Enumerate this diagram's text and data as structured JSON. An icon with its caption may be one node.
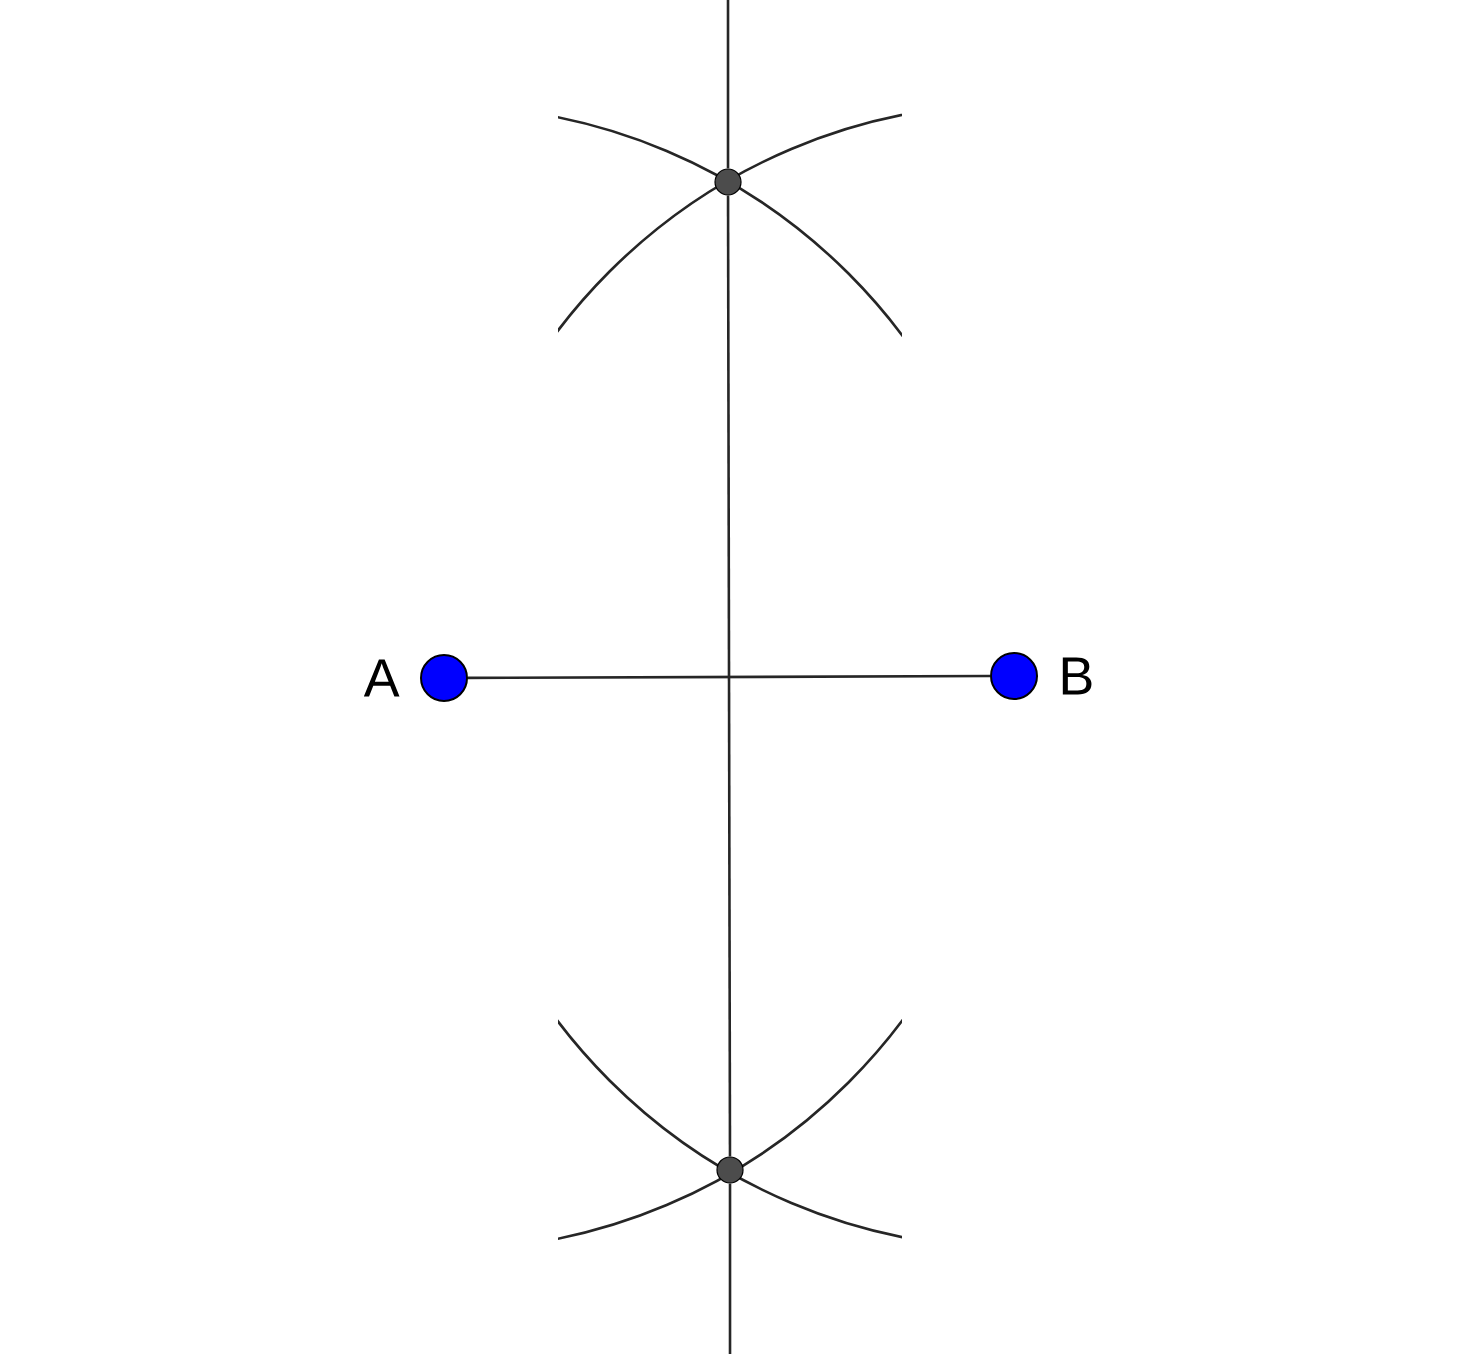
{
  "diagram": {
    "nodes": [
      {
        "text": [
          "A"
        ]
      },
      {
        "text": [
          "B"
        ]
      },
      {
        "text": [],
        "shape": "circle"
      },
      {
        "text": [],
        "shape": "circle"
      }
    ],
    "edges": [
      {
        "from": 0,
        "to": 1,
        "arrow": "none"
      },
      {
        "from": null,
        "to": 2,
        "arrow": "none"
      },
      {
        "from": 2,
        "to": 3,
        "arrow": "none"
      },
      {
        "from": 3,
        "to": null,
        "arrow": "none"
      }
    ]
  }
}
